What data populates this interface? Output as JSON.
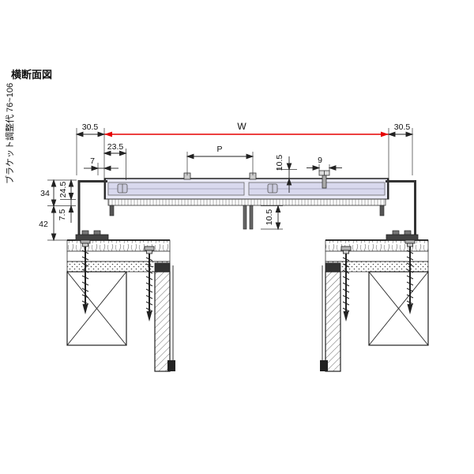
{
  "title": "横断面図",
  "side_label": "ブラケット調整代 76~106",
  "dims": {
    "w": "W",
    "p": "P",
    "offset_left": "30.5",
    "offset_right": "30.5",
    "inset": "23.5",
    "edge": "7",
    "screw_width": "9",
    "lip_top": "10.5",
    "lip_bottom": "10.5",
    "bracket_height": "34",
    "rail_depth": "24.5",
    "lip_depth": "7.5",
    "clearance": "42"
  },
  "colors": {
    "accent": "#e60000",
    "ink": "#1a1a1a",
    "rail_fill": "#e9e9f6"
  }
}
